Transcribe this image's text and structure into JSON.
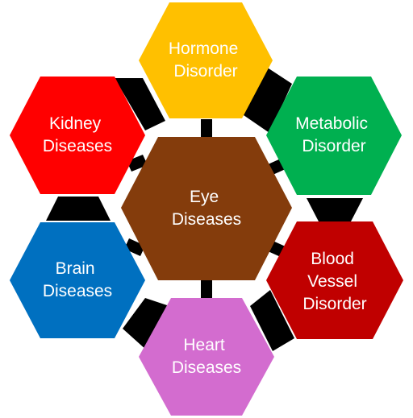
{
  "center": {
    "lines": [
      "Eye",
      "Diseases"
    ],
    "color": "#843c0c"
  },
  "nodes": [
    {
      "id": "hormone",
      "lines": [
        "Hormone",
        "Disorder"
      ],
      "color": "#ffc000"
    },
    {
      "id": "metabolic",
      "lines": [
        "Metabolic",
        "Disorder"
      ],
      "color": "#00b050"
    },
    {
      "id": "blood",
      "lines": [
        "Blood",
        "Vessel",
        "Disorder"
      ],
      "color": "#c00000"
    },
    {
      "id": "heart",
      "lines": [
        "Heart",
        "Diseases"
      ],
      "color": "#d36ccf"
    },
    {
      "id": "brain",
      "lines": [
        "Brain",
        "Diseases"
      ],
      "color": "#0070c0"
    },
    {
      "id": "kidney",
      "lines": [
        "Kidney",
        "Diseases"
      ],
      "color": "#ff0000"
    }
  ],
  "connector_color": "#000000"
}
